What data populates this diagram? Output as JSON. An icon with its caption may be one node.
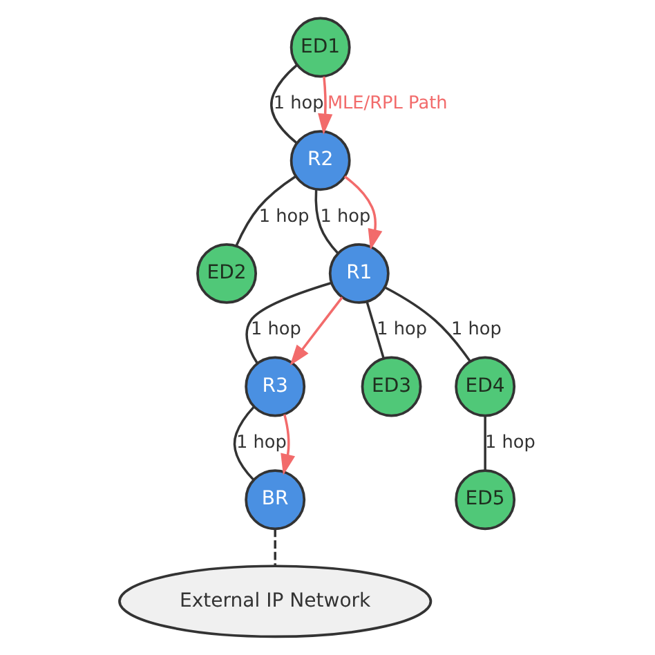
{
  "diagram": {
    "nodes": [
      {
        "text": [
          "External IP Network"
        ]
      },
      {
        "text": [
          "ED1"
        ]
      },
      {
        "text": [
          "BR"
        ]
      },
      {
        "text": [
          "R2"
        ]
      },
      {
        "text": [
          "R3"
        ]
      },
      {
        "text": [
          "ED2"
        ]
      },
      {
        "text": [
          "R1"
        ]
      },
      {
        "text": [
          "ED3"
        ]
      },
      {
        "text": [
          "ED4"
        ]
      },
      {
        "text": [
          "ED5"
        ]
      }
    ],
    "edges": [
      {
        "from": 1,
        "to": 3,
        "arrow": "none",
        "label": "1 hop"
      },
      {
        "from": 3,
        "to": 5,
        "arrow": "none",
        "label": "1 hop"
      },
      {
        "from": 3,
        "to": 6,
        "arrow": "none",
        "label": "1 hop"
      },
      {
        "from": 6,
        "to": 4,
        "arrow": "none",
        "label": "1 hop"
      },
      {
        "from": 4,
        "to": 2,
        "arrow": "none",
        "label": "1 hop"
      },
      {
        "from": 6,
        "to": 7,
        "arrow": "none",
        "label": "1 hop"
      },
      {
        "from": 6,
        "to": 8,
        "arrow": "none",
        "label": "1 hop"
      },
      {
        "from": 8,
        "to": 9,
        "arrow": "none",
        "label": "1 hop"
      },
      {
        "from": 2,
        "to": 0,
        "arrow": "none",
        "style": "dashed"
      },
      {
        "from": 1,
        "to": 3,
        "arrow": "to",
        "label": "MLE/RPL Path",
        "color": "#f26b6b"
      },
      {
        "from": 3,
        "to": 6,
        "arrow": "to",
        "color": "#f26b6b"
      },
      {
        "from": 6,
        "to": 4,
        "arrow": "to",
        "color": "#f26b6b"
      },
      {
        "from": 4,
        "to": 2,
        "arrow": "to",
        "color": "#f26b6b"
      }
    ]
  }
}
